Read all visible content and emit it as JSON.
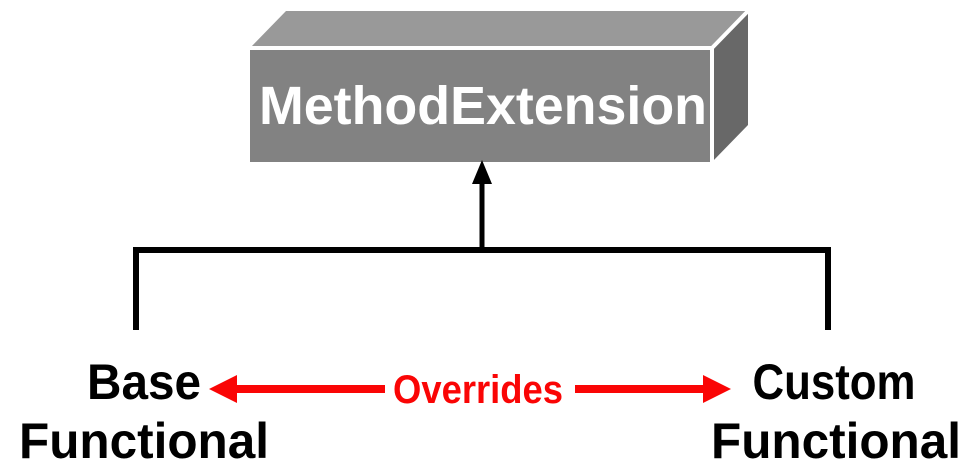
{
  "diagram": {
    "background": "#ffffff",
    "box": {
      "label": "MethodExtension",
      "label_color": "#ffffff",
      "face_front_color": "#828282",
      "face_top_color": "#999999",
      "face_side_color": "#686868",
      "edge_color": "#ffffff"
    },
    "connector": {
      "color": "#000000"
    },
    "override_arrow": {
      "label": "Overrides",
      "color": "#fa0505"
    },
    "nodes": {
      "left": {
        "line1": "Base",
        "line2": "Functional",
        "text_color": "#000000"
      },
      "right": {
        "line1": "Custom",
        "line2": "Functional",
        "text_color": "#000000"
      }
    }
  }
}
